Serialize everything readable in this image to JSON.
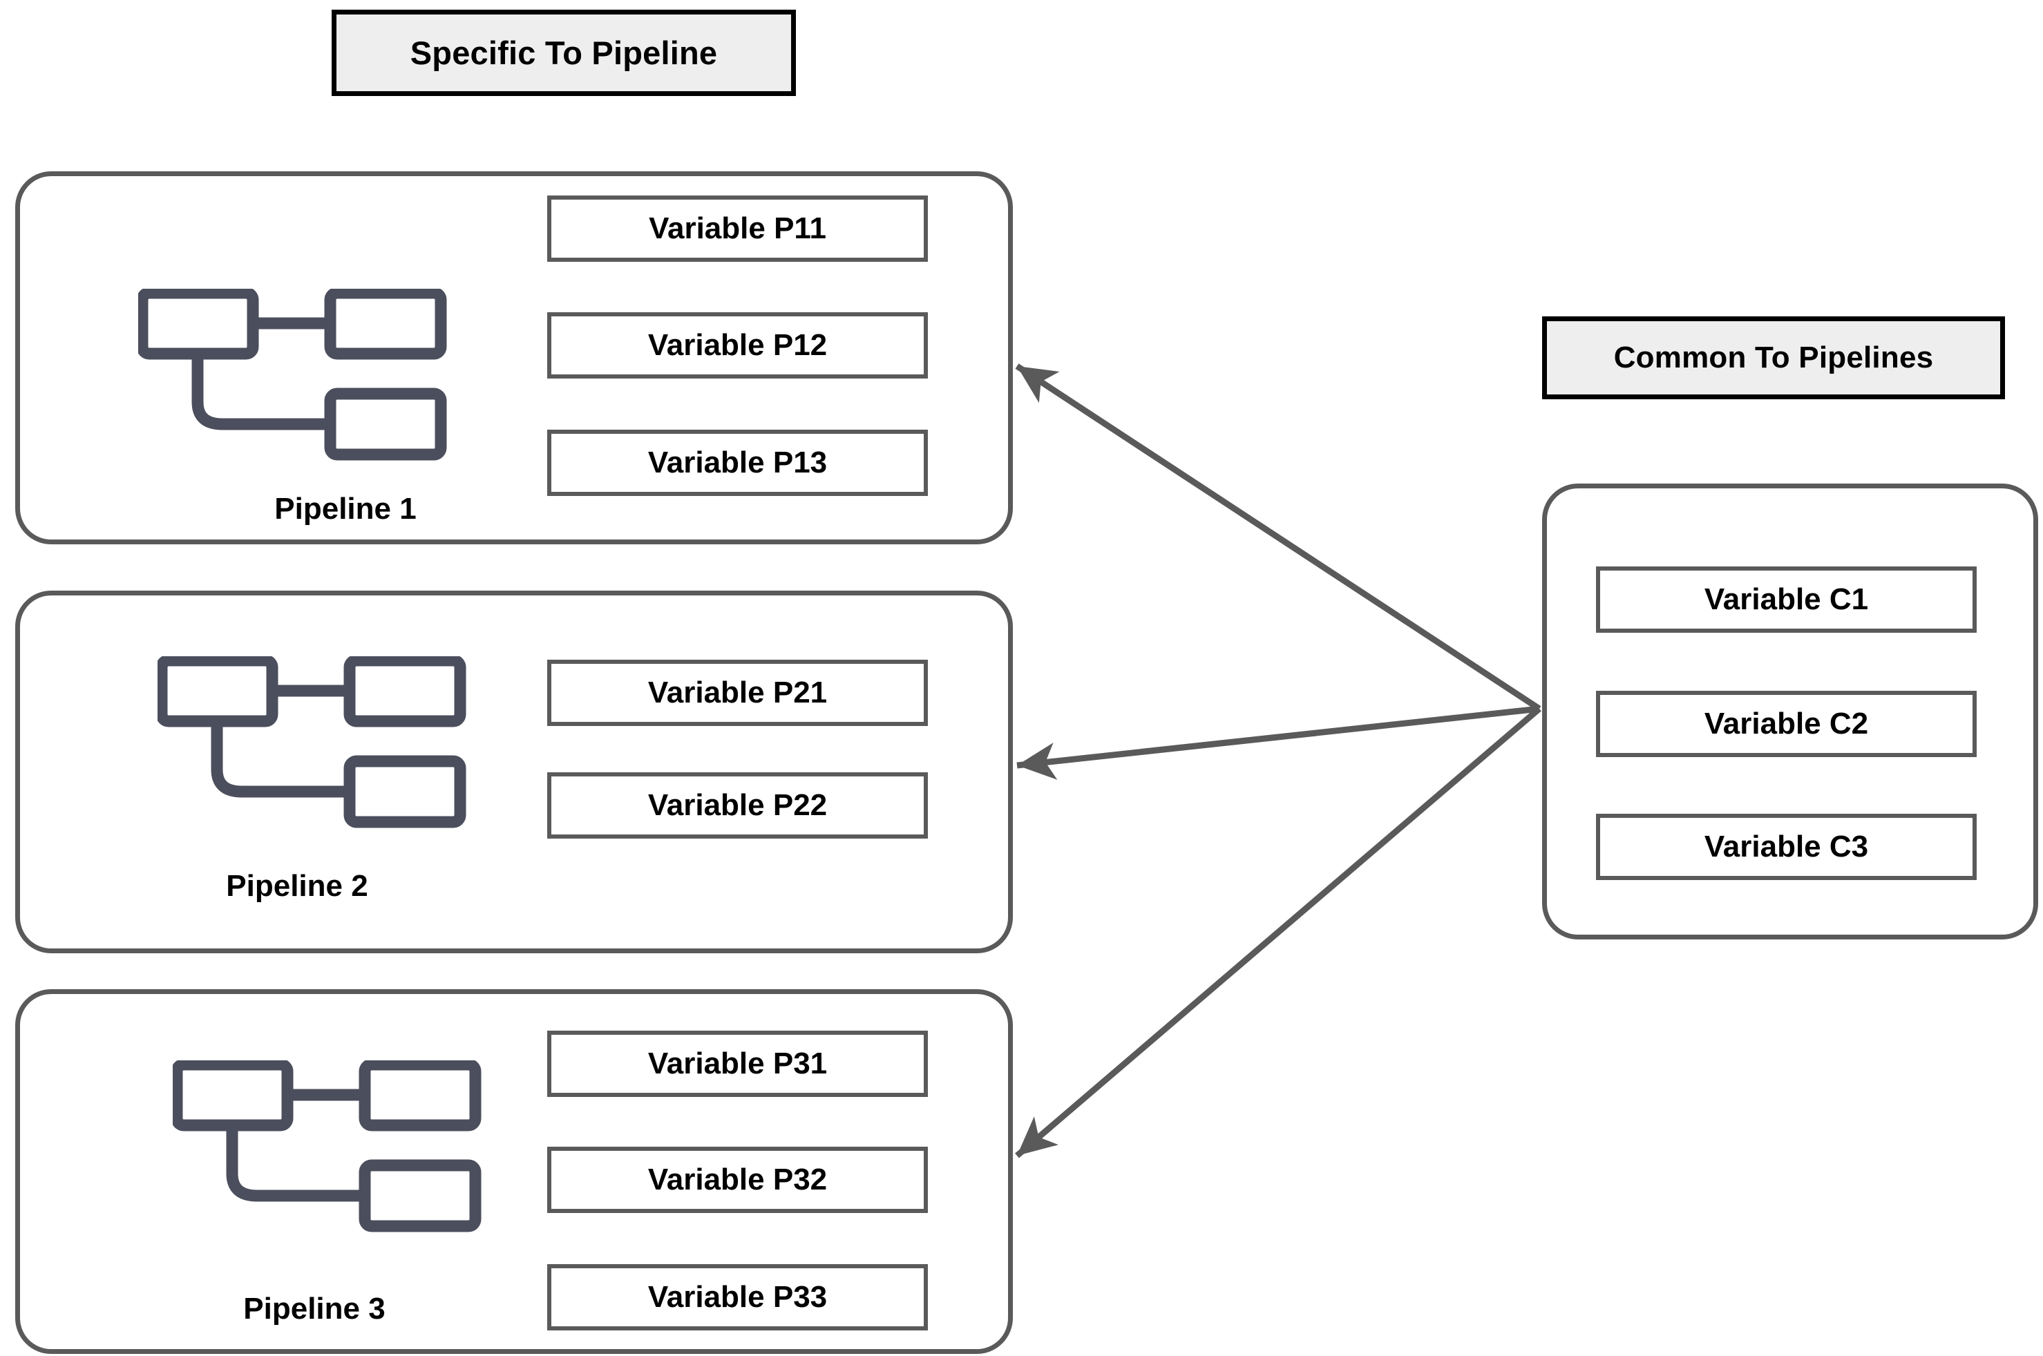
{
  "legend": {
    "specific_label": "Specific To Pipeline",
    "common_label": "Common To Pipelines",
    "border_color": "#000000",
    "fill_color": "#eeeeee"
  },
  "theme": {
    "container_stroke": "#5a5a5a",
    "variable_box_stroke": "#5a5a5a",
    "icon_color": "#4b4e5c",
    "arrow_color": "#5a5a5a",
    "page_background": "#ffffff",
    "text_color": "#000000"
  },
  "pipelines": [
    {
      "id": "pipeline-1",
      "label": "Pipeline 1",
      "icon": "pipeline-node-tree-icon",
      "variables": [
        {
          "label": "Variable P11"
        },
        {
          "label": "Variable P12"
        },
        {
          "label": "Variable P13"
        }
      ]
    },
    {
      "id": "pipeline-2",
      "label": "Pipeline 2",
      "icon": "pipeline-node-tree-icon",
      "variables": [
        {
          "label": "Variable P21"
        },
        {
          "label": "Variable P22"
        }
      ]
    },
    {
      "id": "pipeline-3",
      "label": "Pipeline 3",
      "icon": "pipeline-node-tree-icon",
      "variables": [
        {
          "label": "Variable P31"
        },
        {
          "label": "Variable P32"
        },
        {
          "label": "Variable P33"
        }
      ]
    }
  ],
  "common": {
    "variables": [
      {
        "label": "Variable C1"
      },
      {
        "label": "Variable C2"
      },
      {
        "label": "Variable C3"
      }
    ]
  },
  "connections": [
    {
      "from": "common-group",
      "to": "pipeline-1",
      "direction": "to-pipeline"
    },
    {
      "from": "common-group",
      "to": "pipeline-2",
      "direction": "to-pipeline"
    },
    {
      "from": "common-group",
      "to": "pipeline-3",
      "direction": "to-pipeline"
    }
  ]
}
